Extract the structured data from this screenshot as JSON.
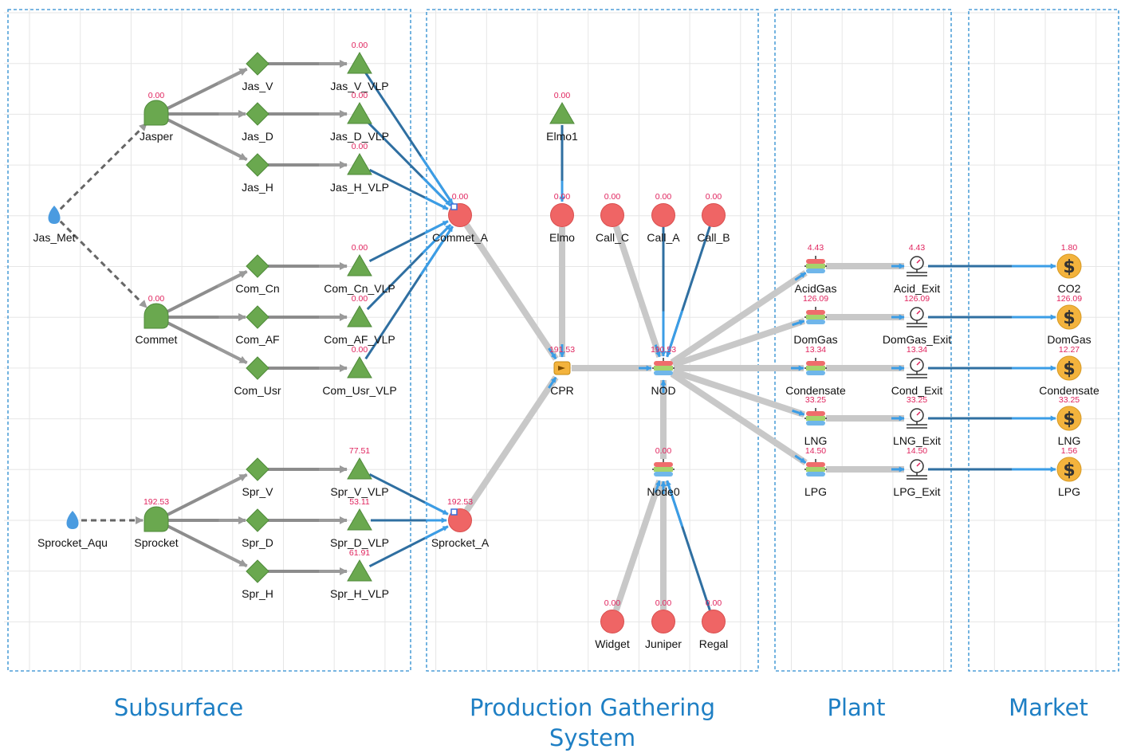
{
  "colors": {
    "section_border": "#2a8bd0",
    "grid": "#e6e6e6",
    "pipe_grey": "#c8c8c8",
    "pipe_grey_dark": "#7a7a7a",
    "pipe_blue": "#2f6fa1",
    "arrow_blue": "#3b9de6",
    "value_text": "#e0245e",
    "title_text": "#1e7fc4",
    "well_green": "#6aa84f",
    "source_red": "#ef6565",
    "market_gold": "#f3b33d",
    "aquifer_blue": "#4a9be0"
  },
  "sections": [
    {
      "id": "subsurface",
      "title": "Subsurface"
    },
    {
      "id": "production",
      "title": "Production Gathering\nSystem"
    },
    {
      "id": "plant",
      "title": "Plant"
    },
    {
      "id": "market",
      "title": "Market"
    }
  ],
  "nodes": [
    {
      "id": "Jas_Met",
      "type": "aquifer",
      "label": "Jas_Met",
      "icon": "droplet-icon"
    },
    {
      "id": "Sprocket_Aqu",
      "type": "aquifer",
      "label": "Sprocket_Aqu",
      "icon": "droplet-icon"
    },
    {
      "id": "Jasper",
      "type": "tank",
      "label": "Jasper",
      "value": "0.00",
      "icon": "reservoir-tank-icon"
    },
    {
      "id": "Commet",
      "type": "tank",
      "label": "Commet",
      "value": "0.00",
      "icon": "reservoir-tank-icon"
    },
    {
      "id": "Sprocket",
      "type": "tank",
      "label": "Sprocket",
      "value": "192.53",
      "icon": "reservoir-tank-icon"
    },
    {
      "id": "Jas_V",
      "type": "well",
      "label": "Jas_V",
      "icon": "well-diamond-icon"
    },
    {
      "id": "Jas_D",
      "type": "well",
      "label": "Jas_D",
      "icon": "well-diamond-icon"
    },
    {
      "id": "Jas_H",
      "type": "well",
      "label": "Jas_H",
      "icon": "well-diamond-icon"
    },
    {
      "id": "Com_Cn",
      "type": "well",
      "label": "Com_Cn",
      "icon": "well-diamond-icon"
    },
    {
      "id": "Com_AF",
      "type": "well",
      "label": "Com_AF",
      "icon": "well-diamond-icon"
    },
    {
      "id": "Com_Usr",
      "type": "well",
      "label": "Com_Usr",
      "icon": "well-diamond-icon"
    },
    {
      "id": "Spr_V",
      "type": "well",
      "label": "Spr_V",
      "icon": "well-diamond-icon"
    },
    {
      "id": "Spr_D",
      "type": "well",
      "label": "Spr_D",
      "icon": "well-diamond-icon"
    },
    {
      "id": "Spr_H",
      "type": "well",
      "label": "Spr_H",
      "icon": "well-diamond-icon"
    },
    {
      "id": "Jas_V_VLP",
      "type": "vlp",
      "label": "Jas_V_VLP",
      "value": "0.00",
      "icon": "vlp-triangle-icon"
    },
    {
      "id": "Jas_D_VLP",
      "type": "vlp",
      "label": "Jas_D_VLP",
      "value": "0.00",
      "icon": "vlp-triangle-icon"
    },
    {
      "id": "Jas_H_VLP",
      "type": "vlp",
      "label": "Jas_H_VLP",
      "value": "0.00",
      "icon": "vlp-triangle-icon"
    },
    {
      "id": "Com_Cn_VLP",
      "type": "vlp",
      "label": "Com_Cn_VLP",
      "value": "0.00",
      "icon": "vlp-triangle-icon"
    },
    {
      "id": "Com_AF_VLP",
      "type": "vlp",
      "label": "Com_AF_VLP",
      "value": "0.00",
      "icon": "vlp-triangle-icon"
    },
    {
      "id": "Com_Usr_VLP",
      "type": "vlp",
      "label": "Com_Usr_VLP",
      "value": "0.00",
      "icon": "vlp-triangle-icon"
    },
    {
      "id": "Spr_V_VLP",
      "type": "vlp",
      "label": "Spr_V_VLP",
      "value": "77.51",
      "icon": "vlp-triangle-icon"
    },
    {
      "id": "Spr_D_VLP",
      "type": "vlp",
      "label": "Spr_D_VLP",
      "value": "53.11",
      "icon": "vlp-triangle-icon"
    },
    {
      "id": "Spr_H_VLP",
      "type": "vlp",
      "label": "Spr_H_VLP",
      "value": "61.91",
      "icon": "vlp-triangle-icon"
    },
    {
      "id": "Commet_A",
      "type": "source",
      "label": "Commet_A",
      "value": "0.00",
      "icon": "source-circle-icon"
    },
    {
      "id": "Sprocket_A",
      "type": "source",
      "label": "Sprocket_A",
      "value": "192.53",
      "icon": "source-circle-icon"
    },
    {
      "id": "Elmo1",
      "type": "vlp",
      "label": "Elmo1",
      "value": "0.00",
      "icon": "vlp-triangle-icon"
    },
    {
      "id": "Elmo",
      "type": "source",
      "label": "Elmo",
      "value": "0.00",
      "icon": "source-circle-icon"
    },
    {
      "id": "Call_C",
      "type": "source",
      "label": "Call_C",
      "value": "0.00",
      "icon": "source-circle-icon"
    },
    {
      "id": "Call_A",
      "type": "source",
      "label": "Call_A",
      "value": "0.00",
      "icon": "source-circle-icon"
    },
    {
      "id": "Call_B",
      "type": "source",
      "label": "Call_B",
      "value": "0.00",
      "icon": "source-circle-icon"
    },
    {
      "id": "CPR",
      "type": "compressor",
      "label": "CPR",
      "value": "191.53",
      "icon": "compressor-icon"
    },
    {
      "id": "NOD",
      "type": "separator",
      "label": "NOD",
      "value": "190.53",
      "icon": "separator-icon"
    },
    {
      "id": "Node0",
      "type": "separator",
      "label": "Node0",
      "value": "0.00",
      "icon": "separator-icon"
    },
    {
      "id": "Widget",
      "type": "source",
      "label": "Widget",
      "value": "0.00",
      "icon": "source-circle-icon"
    },
    {
      "id": "Juniper",
      "type": "source",
      "label": "Juniper",
      "value": "0.00",
      "icon": "source-circle-icon"
    },
    {
      "id": "Regal",
      "type": "source",
      "label": "Regal",
      "value": "0.00",
      "icon": "source-circle-icon"
    },
    {
      "id": "AcidGas",
      "type": "separator",
      "label": "AcidGas",
      "value": "4.43",
      "icon": "separator-icon"
    },
    {
      "id": "DomGas",
      "type": "separator",
      "label": "DomGas",
      "value": "126.09",
      "icon": "separator-icon"
    },
    {
      "id": "Condensate",
      "type": "separator",
      "label": "Condensate",
      "value": "13.34",
      "icon": "separator-icon"
    },
    {
      "id": "LNG",
      "type": "separator",
      "label": "LNG",
      "value": "33.25",
      "icon": "separator-icon"
    },
    {
      "id": "LPG",
      "type": "separator",
      "label": "LPG",
      "value": "14.50",
      "icon": "separator-icon"
    },
    {
      "id": "Acid_Exit",
      "type": "gauge",
      "label": "Acid_Exit",
      "value": "4.43",
      "icon": "pressure-gauge-icon"
    },
    {
      "id": "DomGas_Exit",
      "type": "gauge",
      "label": "DomGas_Exit",
      "value": "126.09",
      "icon": "pressure-gauge-icon"
    },
    {
      "id": "Cond_Exit",
      "type": "gauge",
      "label": "Cond_Exit",
      "value": "13.34",
      "icon": "pressure-gauge-icon"
    },
    {
      "id": "LNG_Exit",
      "type": "gauge",
      "label": "LNG_Exit",
      "value": "33.25",
      "icon": "pressure-gauge-icon"
    },
    {
      "id": "LPG_Exit",
      "type": "gauge",
      "label": "LPG_Exit",
      "value": "14.50",
      "icon": "pressure-gauge-icon"
    },
    {
      "id": "CO2",
      "type": "market",
      "label": "CO2",
      "value": "1.80",
      "icon": "dollar-coin-icon"
    },
    {
      "id": "DomGas_M",
      "type": "market",
      "label": "DomGas",
      "value": "126.09",
      "icon": "dollar-coin-icon"
    },
    {
      "id": "Condensate_M",
      "type": "market",
      "label": "Condensate",
      "value": "12.27",
      "icon": "dollar-coin-icon"
    },
    {
      "id": "LNG_M",
      "type": "market",
      "label": "LNG",
      "value": "33.25",
      "icon": "dollar-coin-icon"
    },
    {
      "id": "LPG_M",
      "type": "market",
      "label": "LPG",
      "value": "1.56",
      "icon": "dollar-coin-icon"
    }
  ],
  "edges": [
    {
      "from": "Jas_Met",
      "to": "Jasper",
      "style": "dashed"
    },
    {
      "from": "Jas_Met",
      "to": "Commet",
      "style": "dashed"
    },
    {
      "from": "Sprocket_Aqu",
      "to": "Sprocket",
      "style": "dashed"
    },
    {
      "from": "Jasper",
      "to": "Jas_V",
      "style": "grey"
    },
    {
      "from": "Jasper",
      "to": "Jas_D",
      "style": "grey"
    },
    {
      "from": "Jasper",
      "to": "Jas_H",
      "style": "grey"
    },
    {
      "from": "Commet",
      "to": "Com_Cn",
      "style": "grey"
    },
    {
      "from": "Commet",
      "to": "Com_AF",
      "style": "grey"
    },
    {
      "from": "Commet",
      "to": "Com_Usr",
      "style": "grey"
    },
    {
      "from": "Sprocket",
      "to": "Spr_V",
      "style": "grey"
    },
    {
      "from": "Sprocket",
      "to": "Spr_D",
      "style": "grey"
    },
    {
      "from": "Sprocket",
      "to": "Spr_H",
      "style": "grey"
    },
    {
      "from": "Jas_V",
      "to": "Jas_V_VLP",
      "style": "grey"
    },
    {
      "from": "Jas_D",
      "to": "Jas_D_VLP",
      "style": "grey"
    },
    {
      "from": "Jas_H",
      "to": "Jas_H_VLP",
      "style": "grey"
    },
    {
      "from": "Com_Cn",
      "to": "Com_Cn_VLP",
      "style": "grey"
    },
    {
      "from": "Com_AF",
      "to": "Com_AF_VLP",
      "style": "grey"
    },
    {
      "from": "Com_Usr",
      "to": "Com_Usr_VLP",
      "style": "grey"
    },
    {
      "from": "Spr_V",
      "to": "Spr_V_VLP",
      "style": "grey"
    },
    {
      "from": "Spr_D",
      "to": "Spr_D_VLP",
      "style": "grey"
    },
    {
      "from": "Spr_H",
      "to": "Spr_H_VLP",
      "style": "grey"
    },
    {
      "from": "Jas_V_VLP",
      "to": "Commet_A",
      "style": "blue"
    },
    {
      "from": "Jas_D_VLP",
      "to": "Commet_A",
      "style": "blue"
    },
    {
      "from": "Jas_H_VLP",
      "to": "Commet_A",
      "style": "blue"
    },
    {
      "from": "Com_Cn_VLP",
      "to": "Commet_A",
      "style": "blue"
    },
    {
      "from": "Com_AF_VLP",
      "to": "Commet_A",
      "style": "blue"
    },
    {
      "from": "Com_Usr_VLP",
      "to": "Commet_A",
      "style": "blue"
    },
    {
      "from": "Spr_V_VLP",
      "to": "Sprocket_A",
      "style": "blue"
    },
    {
      "from": "Spr_D_VLP",
      "to": "Sprocket_A",
      "style": "blue"
    },
    {
      "from": "Spr_H_VLP",
      "to": "Sprocket_A",
      "style": "blue"
    },
    {
      "from": "Commet_A",
      "to": "CPR",
      "style": "pipe"
    },
    {
      "from": "Sprocket_A",
      "to": "CPR",
      "style": "pipe"
    },
    {
      "from": "Elmo1",
      "to": "Elmo",
      "style": "blue"
    },
    {
      "from": "Elmo",
      "to": "CPR",
      "style": "pipe"
    },
    {
      "from": "CPR",
      "to": "NOD",
      "style": "pipe"
    },
    {
      "from": "Call_C",
      "to": "NOD",
      "style": "pipe"
    },
    {
      "from": "Call_A",
      "to": "NOD",
      "style": "blue"
    },
    {
      "from": "Call_B",
      "to": "NOD",
      "style": "blue"
    },
    {
      "from": "Node0",
      "to": "NOD",
      "style": "pipe"
    },
    {
      "from": "Widget",
      "to": "Node0",
      "style": "pipe"
    },
    {
      "from": "Juniper",
      "to": "Node0",
      "style": "pipe"
    },
    {
      "from": "Regal",
      "to": "Node0",
      "style": "blue"
    },
    {
      "from": "NOD",
      "to": "AcidGas",
      "style": "pipe"
    },
    {
      "from": "NOD",
      "to": "DomGas",
      "style": "pipe"
    },
    {
      "from": "NOD",
      "to": "Condensate",
      "style": "pipe"
    },
    {
      "from": "NOD",
      "to": "LNG",
      "style": "pipe"
    },
    {
      "from": "NOD",
      "to": "LPG",
      "style": "pipe"
    },
    {
      "from": "AcidGas",
      "to": "Acid_Exit",
      "style": "pipe"
    },
    {
      "from": "DomGas",
      "to": "DomGas_Exit",
      "style": "pipe"
    },
    {
      "from": "Condensate",
      "to": "Cond_Exit",
      "style": "pipe"
    },
    {
      "from": "LNG",
      "to": "LNG_Exit",
      "style": "pipe"
    },
    {
      "from": "LPG",
      "to": "LPG_Exit",
      "style": "pipe"
    },
    {
      "from": "Acid_Exit",
      "to": "CO2",
      "style": "blue"
    },
    {
      "from": "DomGas_Exit",
      "to": "DomGas_M",
      "style": "blue"
    },
    {
      "from": "Cond_Exit",
      "to": "Condensate_M",
      "style": "blue"
    },
    {
      "from": "LNG_Exit",
      "to": "LNG_M",
      "style": "blue"
    },
    {
      "from": "LPG_Exit",
      "to": "LPG_M",
      "style": "blue"
    }
  ]
}
